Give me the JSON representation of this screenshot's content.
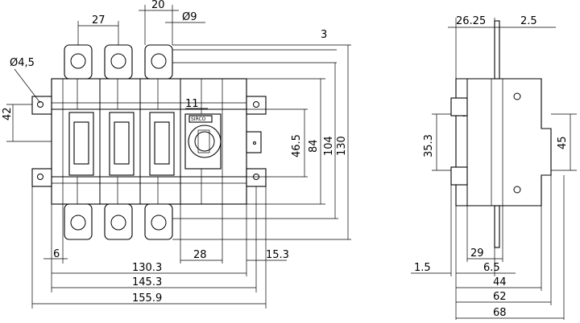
{
  "front_view": {
    "dim_pitch": "27",
    "dim_terminal_width": "20",
    "dim_hole": "Ø9",
    "dim_offset_top": "3",
    "dim_mount_hole": "Ø4,5",
    "dim_mount_height": "42",
    "dim_handle": "11",
    "dim_46_5": "46.5",
    "dim_84": "84",
    "dim_104": "104",
    "dim_130": "130",
    "dim_6": "6",
    "dim_28": "28",
    "dim_15_3": "15.3",
    "dim_130_3": "130.3",
    "dim_145_3": "145.3",
    "dim_155_9": "155.9",
    "brand_text": "SIRCO"
  },
  "side_view": {
    "dim_26_25": "26.25",
    "dim_2_5": "2.5",
    "dim_35_3": "35.3",
    "dim_45": "45",
    "dim_1_5": "1.5",
    "dim_29": "29",
    "dim_6_5": "6.5",
    "dim_44": "44",
    "dim_62": "62",
    "dim_68": "68"
  }
}
